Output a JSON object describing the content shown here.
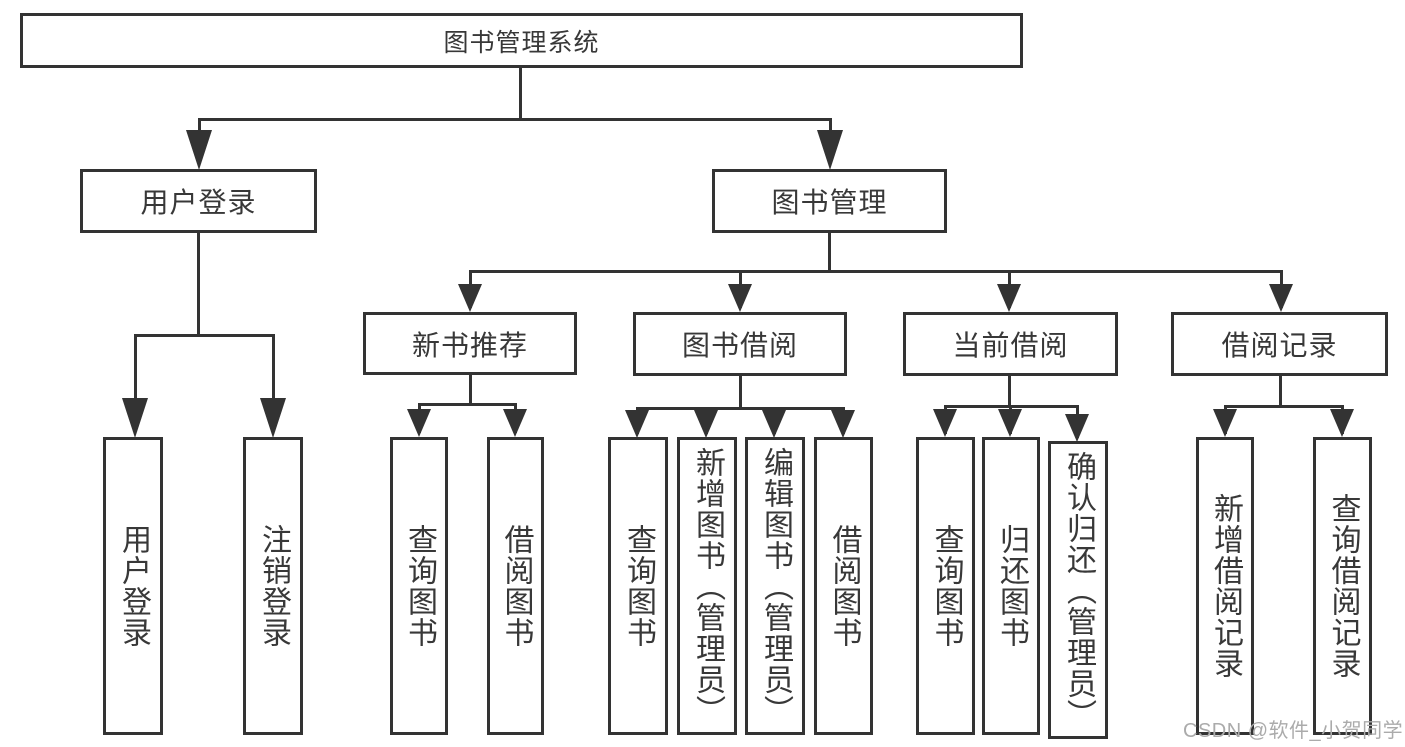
{
  "watermark": {
    "text": "CSDN @软件_小贺同学",
    "color": "#ababab"
  },
  "colors": {
    "line": "#333333",
    "text": "#383838",
    "box_background": "#ffffff"
  },
  "nodes": {
    "root": "图书管理系统",
    "user_login": "用户登录",
    "book_mgmt": "图书管理",
    "leaf_user_login": "用户登录",
    "leaf_logout": "注销登录",
    "new_book_rec": "新书推荐",
    "book_borrow": "图书借阅",
    "current_borrow": "当前借阅",
    "borrow_records": "借阅记录",
    "rec_query_books": "查询图书",
    "rec_borrow_books": "借阅图书",
    "bor_query_books": "查询图书",
    "bor_add_books": "新增图书（管理员）",
    "bor_edit_books": "编辑图书（管理员）",
    "bor_borrow_books": "借阅图书",
    "cur_query_books": "查询图书",
    "cur_return_books": "归还图书",
    "cur_confirm_return": "确认归还（管理员）",
    "records_add": "新增借阅记录",
    "records_query": "查询借阅记录"
  },
  "tree": {
    "label": "图书管理系统",
    "children": [
      {
        "label": "用户登录",
        "children": [
          {
            "label": "用户登录"
          },
          {
            "label": "注销登录"
          }
        ]
      },
      {
        "label": "图书管理",
        "children": [
          {
            "label": "新书推荐",
            "children": [
              {
                "label": "查询图书"
              },
              {
                "label": "借阅图书"
              }
            ]
          },
          {
            "label": "图书借阅",
            "children": [
              {
                "label": "查询图书"
              },
              {
                "label": "新增图书（管理员）"
              },
              {
                "label": "编辑图书（管理员）"
              },
              {
                "label": "借阅图书"
              }
            ]
          },
          {
            "label": "当前借阅",
            "children": [
              {
                "label": "查询图书"
              },
              {
                "label": "归还图书"
              },
              {
                "label": "确认归还（管理员）"
              }
            ]
          },
          {
            "label": "借阅记录",
            "children": [
              {
                "label": "新增借阅记录"
              },
              {
                "label": "查询借阅记录"
              }
            ]
          }
        ]
      }
    ]
  }
}
